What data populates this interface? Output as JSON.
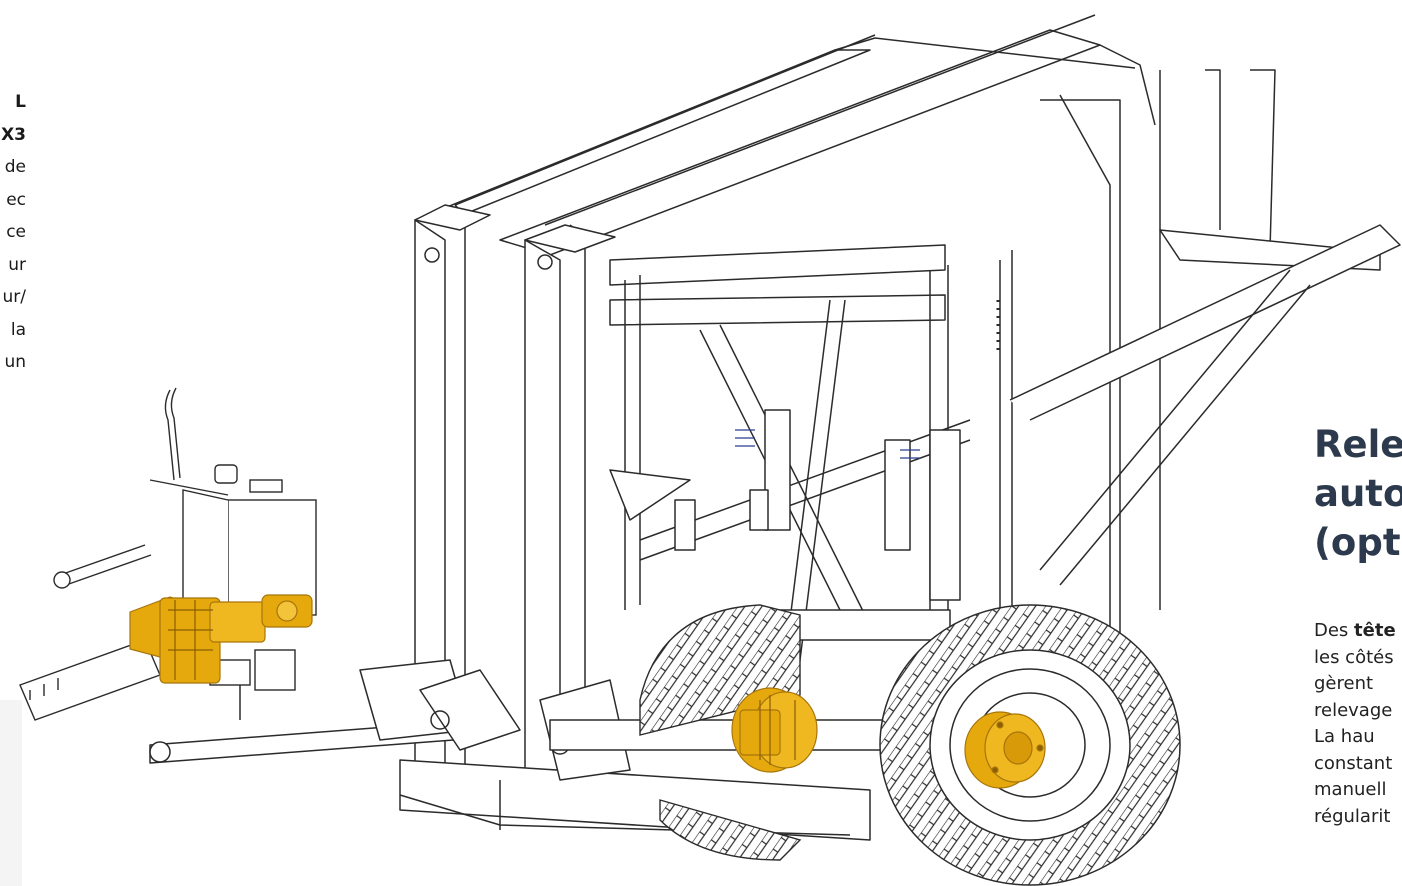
{
  "left_column_fragments": [
    "L",
    "X3",
    "de",
    "ec",
    "ce",
    "ur",
    "ur/",
    "la",
    "un"
  ],
  "right_column": {
    "heading_lines": [
      "Relev",
      "autor",
      "(optio"
    ],
    "body_first_word": "Des",
    "body_first_bold": "tête",
    "body_lines": [
      "les côtés",
      "gèrent",
      "relevage",
      "La hau",
      "constant",
      "manuell",
      "régularit"
    ]
  },
  "colors": {
    "line_art": "#2b2b2b",
    "component_gold": "#e5a90e",
    "component_gold_dark": "#a8750a",
    "heading": "#2d3a4d",
    "accent_blue": "#2a3f8f"
  },
  "icons": {
    "machine": "harvester-line-drawing",
    "gearbox": "pto-gearbox-drawing",
    "hydraulic_motor": "hydraulic-motor-drawing",
    "wheel_hub": "wheel-hub-drawing"
  }
}
